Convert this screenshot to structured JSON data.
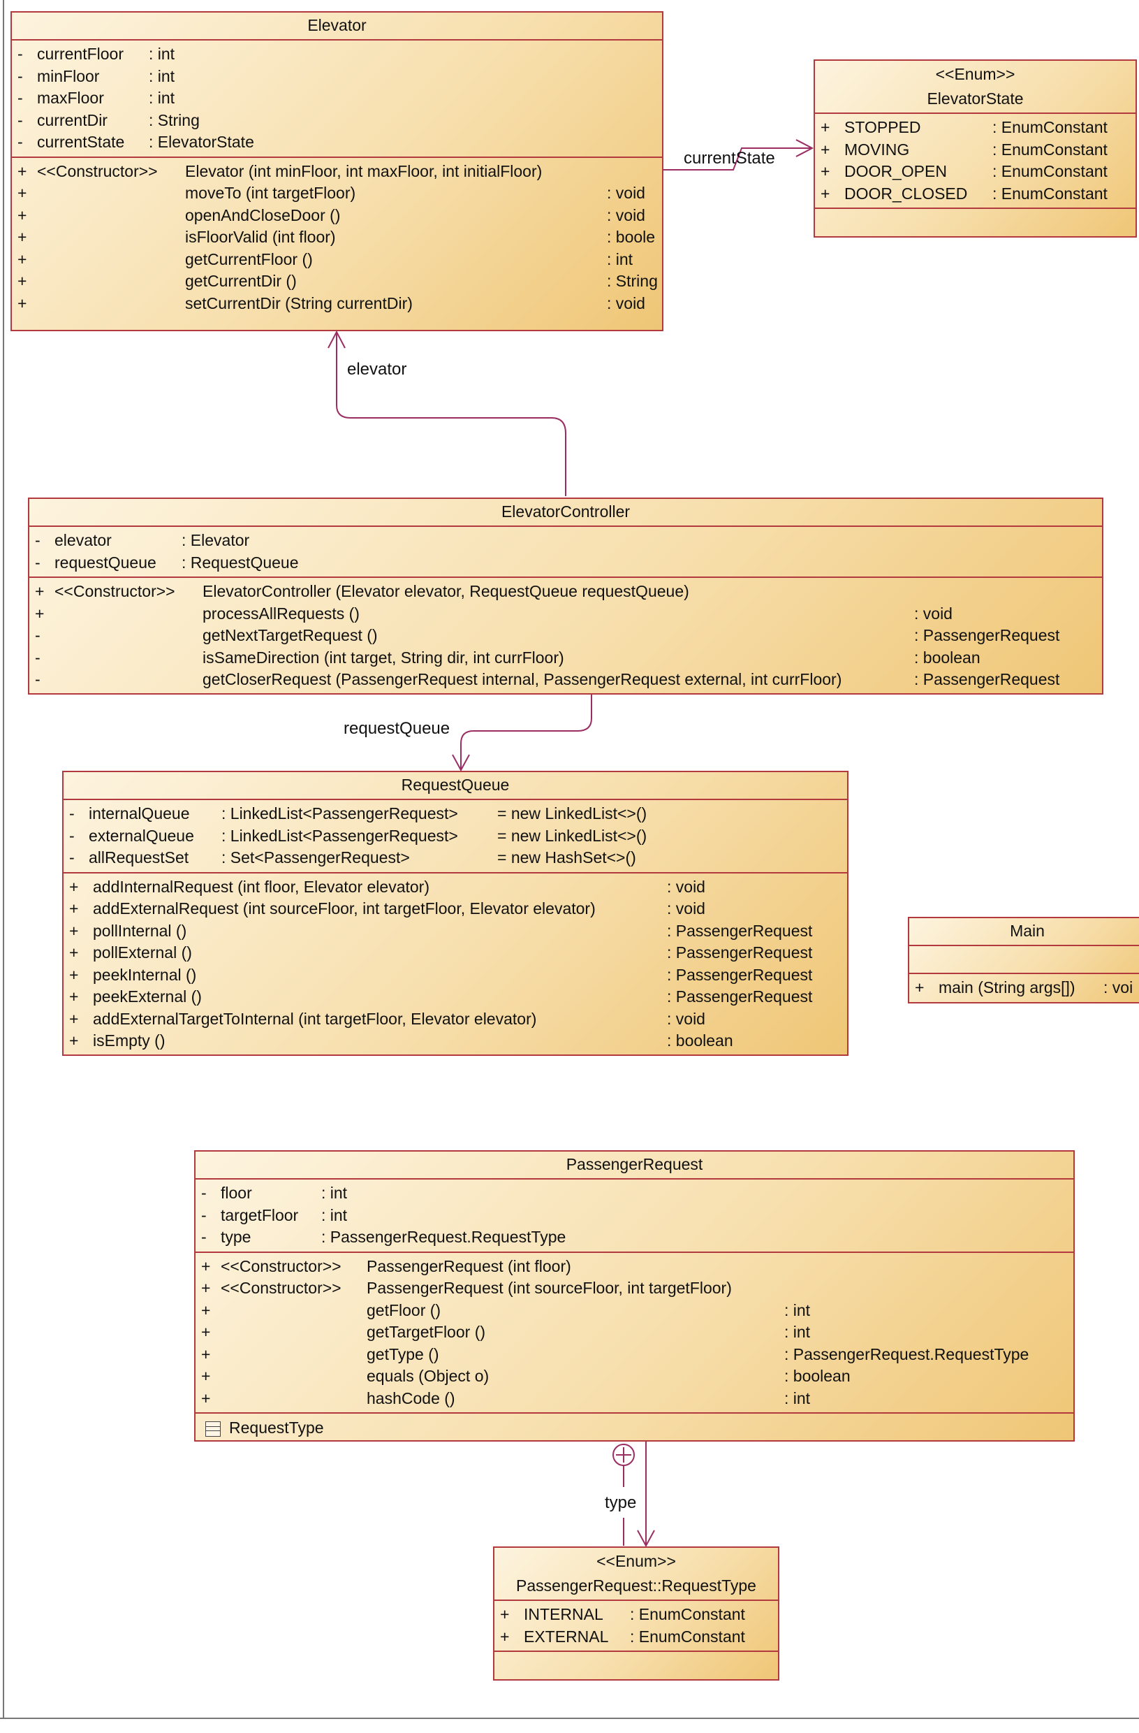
{
  "classes": {
    "elevator": {
      "name": "Elevator",
      "attributes": [
        {
          "vis": "-",
          "name": "currentFloor",
          "type": ": int"
        },
        {
          "vis": "-",
          "name": "minFloor",
          "type": ": int"
        },
        {
          "vis": "-",
          "name": "maxFloor",
          "type": ": int"
        },
        {
          "vis": "-",
          "name": "currentDir",
          "type": ": String"
        },
        {
          "vis": "-",
          "name": "currentState",
          "type": ": ElevatorState"
        }
      ],
      "operations": [
        {
          "vis": "+",
          "stereo": "<<Constructor>>",
          "sig": "Elevator (int minFloor, int maxFloor, int initialFloor)",
          "ret": ""
        },
        {
          "vis": "+",
          "stereo": "",
          "sig": "moveTo (int targetFloor)",
          "ret": ": void"
        },
        {
          "vis": "+",
          "stereo": "",
          "sig": "openAndCloseDoor ()",
          "ret": ": void"
        },
        {
          "vis": "+",
          "stereo": "",
          "sig": "isFloorValid (int floor)",
          "ret": ": boole"
        },
        {
          "vis": "+",
          "stereo": "",
          "sig": "getCurrentFloor ()",
          "ret": ": int"
        },
        {
          "vis": "+",
          "stereo": "",
          "sig": "getCurrentDir ()",
          "ret": ": String"
        },
        {
          "vis": "+",
          "stereo": "",
          "sig": "setCurrentDir (String currentDir)",
          "ret": ": void"
        }
      ]
    },
    "elevator_state": {
      "stereotype": "<<Enum>>",
      "name": "ElevatorState",
      "literals": [
        {
          "vis": "+",
          "name": "STOPPED",
          "type": ": EnumConstant"
        },
        {
          "vis": "+",
          "name": "MOVING",
          "type": ": EnumConstant"
        },
        {
          "vis": "+",
          "name": "DOOR_OPEN",
          "type": ": EnumConstant"
        },
        {
          "vis": "+",
          "name": "DOOR_CLOSED",
          "type": ": EnumConstant"
        }
      ]
    },
    "elevator_controller": {
      "name": "ElevatorController",
      "attributes": [
        {
          "vis": "-",
          "name": "elevator",
          "type": ": Elevator"
        },
        {
          "vis": "-",
          "name": "requestQueue",
          "type": ": RequestQueue"
        }
      ],
      "operations": [
        {
          "vis": "+",
          "stereo": "<<Constructor>>",
          "sig": "ElevatorController (Elevator elevator, RequestQueue requestQueue)",
          "ret": ""
        },
        {
          "vis": "+",
          "stereo": "",
          "sig": "processAllRequests ()",
          "ret": ": void"
        },
        {
          "vis": "-",
          "stereo": "",
          "sig": "getNextTargetRequest ()",
          "ret": ": PassengerRequest"
        },
        {
          "vis": "-",
          "stereo": "",
          "sig": "isSameDirection (int target, String dir, int currFloor)",
          "ret": ": boolean"
        },
        {
          "vis": "-",
          "stereo": "",
          "sig": "getCloserRequest (PassengerRequest internal, PassengerRequest external, int currFloor)",
          "ret": ": PassengerRequest"
        }
      ]
    },
    "request_queue": {
      "name": "RequestQueue",
      "attributes": [
        {
          "vis": "-",
          "name": "internalQueue",
          "type": ": LinkedList<PassengerRequest>",
          "init": "= new LinkedList<>()"
        },
        {
          "vis": "-",
          "name": "externalQueue",
          "type": ": LinkedList<PassengerRequest>",
          "init": "= new LinkedList<>()"
        },
        {
          "vis": "-",
          "name": "allRequestSet",
          "type": ": Set<PassengerRequest>",
          "init": "= new HashSet<>()"
        }
      ],
      "operations": [
        {
          "vis": "+",
          "sig": "addInternalRequest (int floor, Elevator elevator)",
          "ret": ": void"
        },
        {
          "vis": "+",
          "sig": "addExternalRequest (int sourceFloor, int targetFloor, Elevator elevator)",
          "ret": ": void"
        },
        {
          "vis": "+",
          "sig": "pollInternal ()",
          "ret": ": PassengerRequest"
        },
        {
          "vis": "+",
          "sig": "pollExternal ()",
          "ret": ": PassengerRequest"
        },
        {
          "vis": "+",
          "sig": "peekInternal ()",
          "ret": ": PassengerRequest"
        },
        {
          "vis": "+",
          "sig": "peekExternal ()",
          "ret": ": PassengerRequest"
        },
        {
          "vis": "+",
          "sig": "addExternalTargetToInternal (int targetFloor, Elevator elevator)",
          "ret": ": void"
        },
        {
          "vis": "+",
          "sig": "isEmpty ()",
          "ret": ": boolean"
        }
      ]
    },
    "main": {
      "name": "Main",
      "operations": [
        {
          "vis": "+",
          "sig": "main (String args[])",
          "ret": ": voi"
        }
      ]
    },
    "passenger_request": {
      "name": "PassengerRequest",
      "attributes": [
        {
          "vis": "-",
          "name": "floor",
          "type": ": int"
        },
        {
          "vis": "-",
          "name": "targetFloor",
          "type": ": int"
        },
        {
          "vis": "-",
          "name": "type",
          "type": ": PassengerRequest.RequestType"
        }
      ],
      "operations": [
        {
          "vis": "+",
          "stereo": "<<Constructor>>",
          "sig": "PassengerRequest (int floor)",
          "ret": ""
        },
        {
          "vis": "+",
          "stereo": "<<Constructor>>",
          "sig": "PassengerRequest (int sourceFloor, int targetFloor)",
          "ret": ""
        },
        {
          "vis": "+",
          "stereo": "",
          "sig": "getFloor ()",
          "ret": ": int"
        },
        {
          "vis": "+",
          "stereo": "",
          "sig": "getTargetFloor ()",
          "ret": ": int"
        },
        {
          "vis": "+",
          "stereo": "",
          "sig": "getType ()",
          "ret": ": PassengerRequest.RequestType"
        },
        {
          "vis": "+",
          "stereo": "",
          "sig": "equals (Object o)",
          "ret": ": boolean"
        },
        {
          "vis": "+",
          "stereo": "",
          "sig": "hashCode ()",
          "ret": ": int"
        }
      ],
      "nested": "RequestType"
    },
    "request_type": {
      "stereotype": "<<Enum>>",
      "name": "PassengerRequest::RequestType",
      "literals": [
        {
          "vis": "+",
          "name": "INTERNAL",
          "type": ": EnumConstant"
        },
        {
          "vis": "+",
          "name": "EXTERNAL",
          "type": ": EnumConstant"
        }
      ]
    }
  },
  "associations": {
    "current_state": "currentState",
    "elevator": "elevator",
    "request_queue": "requestQueue",
    "type": "type"
  },
  "colors": {
    "border": "#b23a3f",
    "fill_light": "#fdf4df",
    "fill_dark": "#efc676",
    "line": "#9b2d63"
  }
}
